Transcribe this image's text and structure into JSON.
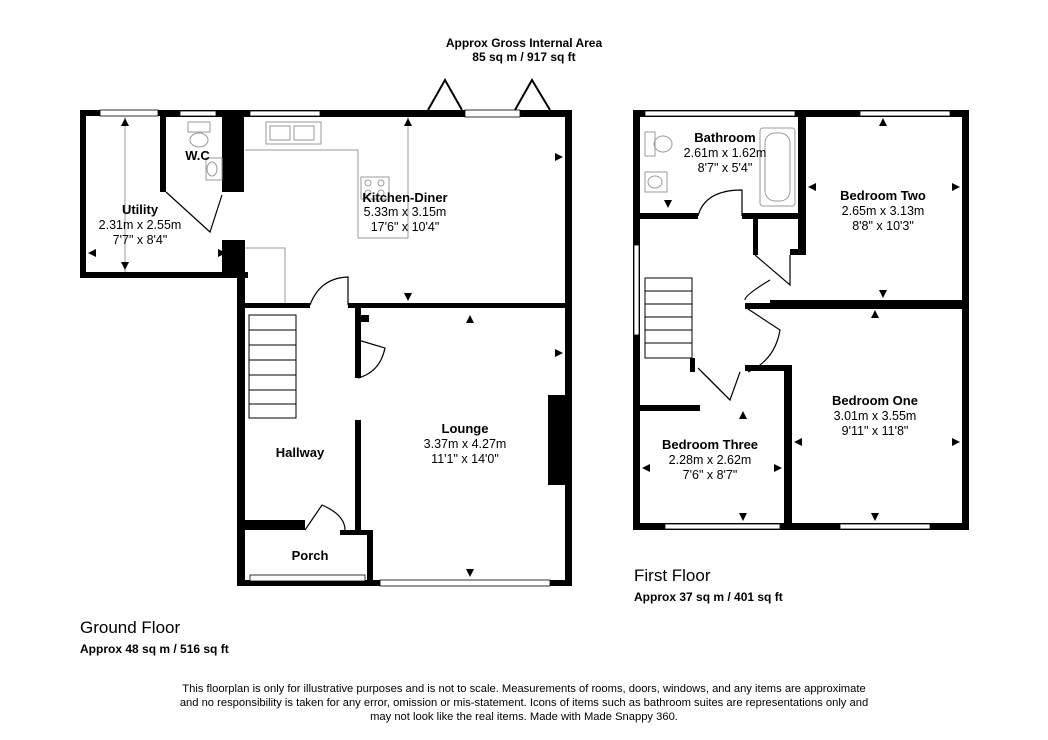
{
  "header": {
    "line1": "Approx Gross Internal Area",
    "line2": "85 sq m / 917 sq ft"
  },
  "ground_floor": {
    "title": "Ground Floor",
    "area": "Approx 48 sq m / 516 sq ft",
    "rooms": {
      "utility": {
        "name": "Utility",
        "dim_m": "2.31m x 2.55m",
        "dim_ft": "7'7\" x 8'4\""
      },
      "wc": {
        "name": "W.C"
      },
      "kitchen": {
        "name": "Kitchen-Diner",
        "dim_m": "5.33m x 3.15m",
        "dim_ft": "17'6\" x 10'4\""
      },
      "lounge": {
        "name": "Lounge",
        "dim_m": "3.37m x 4.27m",
        "dim_ft": "11'1\" x 14'0\""
      },
      "hallway": {
        "name": "Hallway"
      },
      "porch": {
        "name": "Porch"
      }
    }
  },
  "first_floor": {
    "title": "First Floor",
    "area": "Approx 37 sq m / 401 sq ft",
    "rooms": {
      "bathroom": {
        "name": "Bathroom",
        "dim_m": "2.61m x 1.62m",
        "dim_ft": "8'7\" x 5'4\""
      },
      "bedroom_two": {
        "name": "Bedroom Two",
        "dim_m": "2.65m x 3.13m",
        "dim_ft": "8'8\" x 10'3\""
      },
      "bedroom_one": {
        "name": "Bedroom One",
        "dim_m": "3.01m x 3.55m",
        "dim_ft": "9'11\" x 11'8\""
      },
      "bedroom_three": {
        "name": "Bedroom Three",
        "dim_m": "2.28m x 2.62m",
        "dim_ft": "7'6\" x 8'7\""
      }
    }
  },
  "disclaimer": {
    "line1": "This floorplan is only for illustrative purposes and is not to scale. Measurements of rooms, doors, windows, and any items are approximate",
    "line2": "and no responsibility is taken for any error, omission or mis-statement. Icons of items such as bathroom suites are representations only and",
    "line3": "may not look like the real items. Made with Made Snappy 360."
  },
  "colors": {
    "wall": "#000000",
    "fixture": "#9a9a9a",
    "window": "#ffffff"
  }
}
